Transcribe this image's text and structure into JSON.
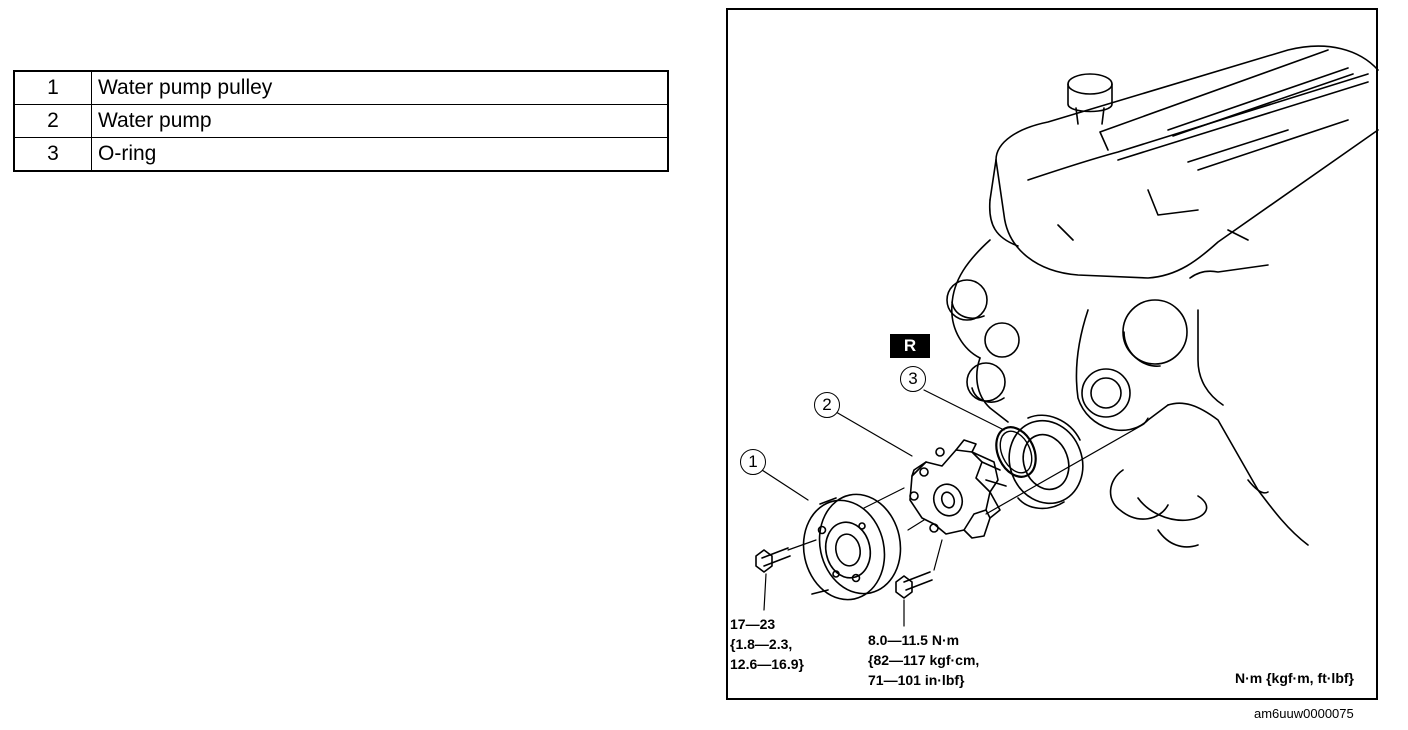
{
  "parts": [
    {
      "num": "1",
      "name": "Water pump pulley"
    },
    {
      "num": "2",
      "name": "Water pump"
    },
    {
      "num": "3",
      "name": "O-ring"
    }
  ],
  "figure": {
    "badge": "R",
    "callouts": [
      "1",
      "2",
      "3"
    ],
    "torque_pulley": {
      "line1": "17—23",
      "line2": "{1.8—2.3,",
      "line3": "12.6—16.9}"
    },
    "torque_pump": {
      "line1": "8.0—11.5 N·m",
      "line2": "{82—117 kgf·cm,",
      "line3": "71—101 in·lbf}"
    },
    "units_legend": "N·m {kgf·m, ft·lbf}",
    "figure_id": "am6uuw0000075"
  }
}
